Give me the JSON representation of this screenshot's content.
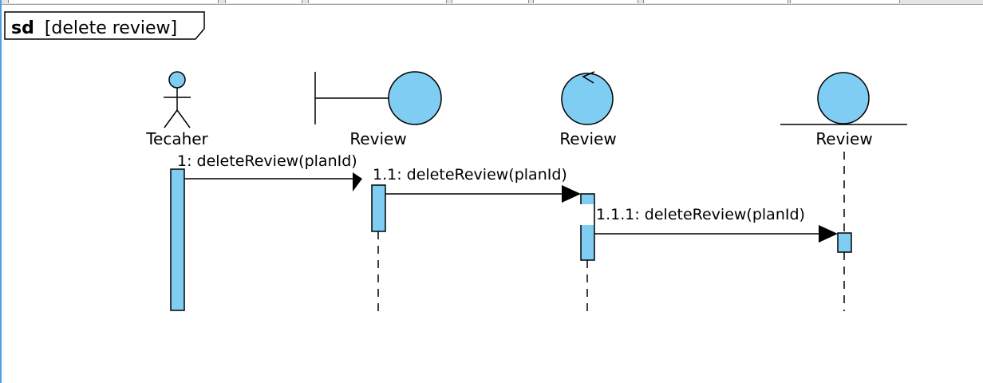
{
  "frame": {
    "keyword": "sd",
    "name": "[delete review]"
  },
  "colors": {
    "fill": "#7fcdf3",
    "stroke": "#000000"
  },
  "participants": [
    {
      "kind": "actor",
      "label": "Tecaher"
    },
    {
      "kind": "boundary",
      "label": "Review"
    },
    {
      "kind": "control",
      "label": "Review"
    },
    {
      "kind": "entity",
      "label": "Review"
    }
  ],
  "messages": [
    {
      "label": "1: deleteReview(planId)"
    },
    {
      "label": "1.1: deleteReview(planId)"
    },
    {
      "label": "1.1.1: deleteReview(planId)"
    }
  ]
}
